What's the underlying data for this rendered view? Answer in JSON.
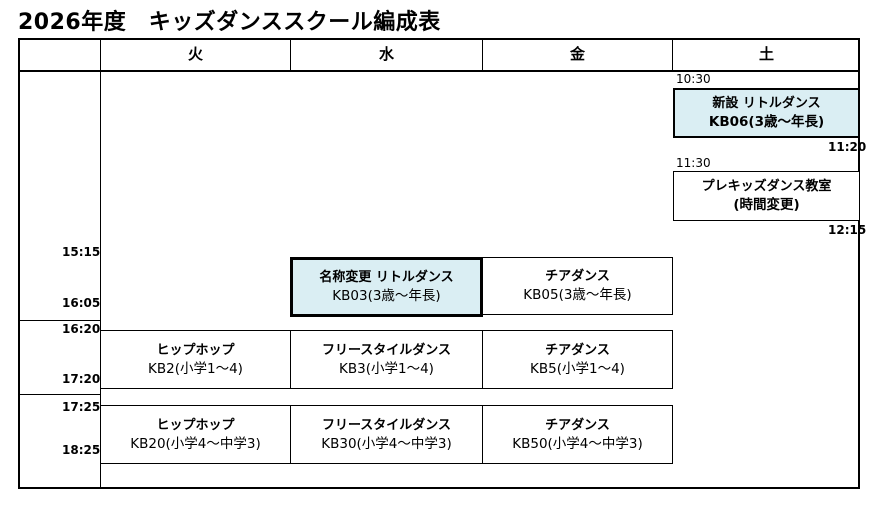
{
  "title": "2026年度　キッズダンススクール編成表",
  "days": [
    "火",
    "水",
    "金",
    "土"
  ],
  "times": {
    "t1515": "15:15",
    "t1605": "16:05",
    "t1620": "16:20",
    "t1720": "17:20",
    "t1725": "17:25",
    "t1825": "18:25",
    "sat1030": "10:30",
    "sat1120": "11:20",
    "sat1130": "11:30",
    "sat1215": "12:15"
  },
  "classes": {
    "sat_a": {
      "line1": "新設 リトルダンス",
      "line2": "KB06(3歳～年長)"
    },
    "sat_b": {
      "line1": "プレキッズダンス教室",
      "line2": "(時間変更)"
    },
    "wed_1": {
      "line1": "名称変更 リトルダンス",
      "line2": "KB03(3歳～年長)"
    },
    "fri_1": {
      "line1": "チアダンス",
      "line2": "KB05(3歳～年長)"
    },
    "tue_2": {
      "line1": "ヒップホップ",
      "line2": "KB2(小学1～4)"
    },
    "wed_2": {
      "line1": "フリースタイルダンス",
      "line2": "KB3(小学1～4)"
    },
    "fri_2": {
      "line1": "チアダンス",
      "line2": "KB5(小学1～4)"
    },
    "tue_3": {
      "line1": "ヒップホップ",
      "line2": "KB20(小学4～中学3)"
    },
    "wed_3": {
      "line1": "フリースタイルダンス",
      "line2": "KB30(小学4～中学3)"
    },
    "fri_3": {
      "line1": "チアダンス",
      "line2": "KB50(小学4～中学3)"
    }
  }
}
